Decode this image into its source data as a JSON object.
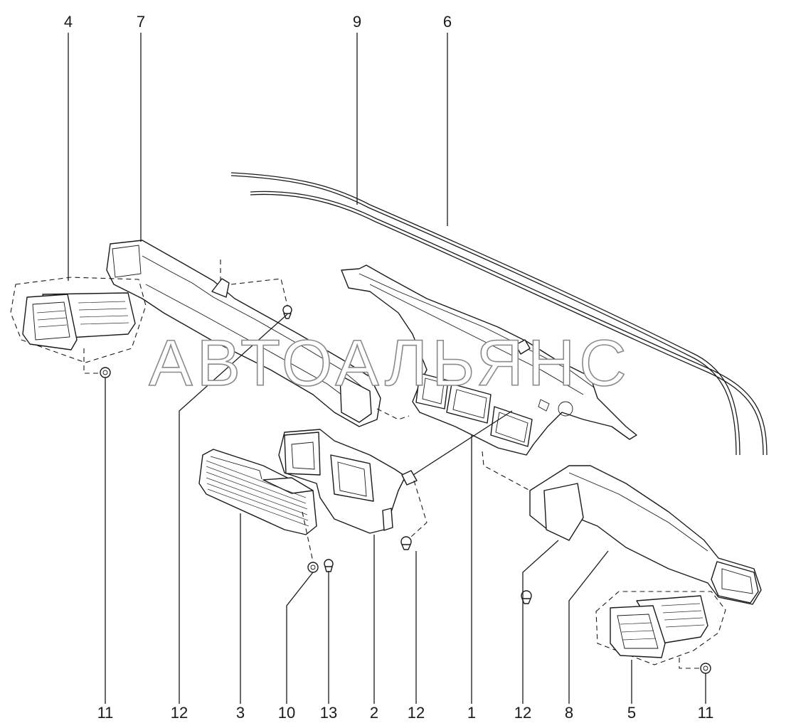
{
  "diagram": {
    "watermark": "АВТОАЛЬЯНС",
    "callouts_top": [
      "4",
      "7",
      "9",
      "6"
    ],
    "callouts_bottom": [
      "11",
      "12",
      "3",
      "10",
      "13",
      "2",
      "12",
      "1",
      "12",
      "8",
      "5",
      "11"
    ]
  }
}
